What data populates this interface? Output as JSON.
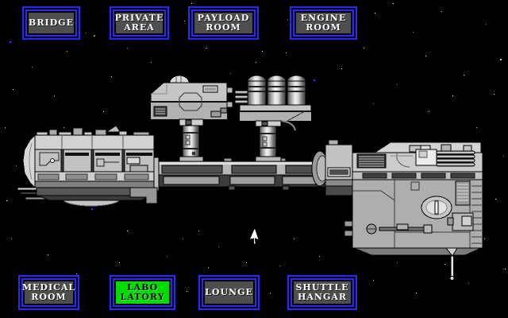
{
  "window": {
    "background": "#000000"
  },
  "buttons": [
    {
      "id": "bridge",
      "lines": [
        "BRIDGE"
      ],
      "active": false
    },
    {
      "id": "private-area",
      "lines": [
        "PRIVATE",
        "AREA"
      ],
      "active": false
    },
    {
      "id": "payload-room",
      "lines": [
        "PAYLOAD",
        "ROOM"
      ],
      "active": false
    },
    {
      "id": "engine-room",
      "lines": [
        "ENGINE",
        "ROOM"
      ],
      "active": false
    },
    {
      "id": "medical-room",
      "lines": [
        "MEDICAL",
        "ROOM"
      ],
      "active": false
    },
    {
      "id": "laboratory",
      "lines": [
        "LABO",
        "LATORY"
      ],
      "active": true
    },
    {
      "id": "lounge",
      "lines": [
        "LOUNGE"
      ],
      "active": false
    },
    {
      "id": "shuttle-hangar",
      "lines": [
        "SHUTTLE",
        "HANGAR"
      ],
      "active": false
    }
  ],
  "colors": {
    "button_border": "#2a2af5",
    "button_face": "#4e4e4e",
    "button_text": "#ffffff",
    "active_face": "#00dc00",
    "active_text": "#000000",
    "ship_hull": "#c4c4c4",
    "star_blue": "#3c3cff"
  },
  "icons": {
    "cursor": "arrow-pointer"
  }
}
